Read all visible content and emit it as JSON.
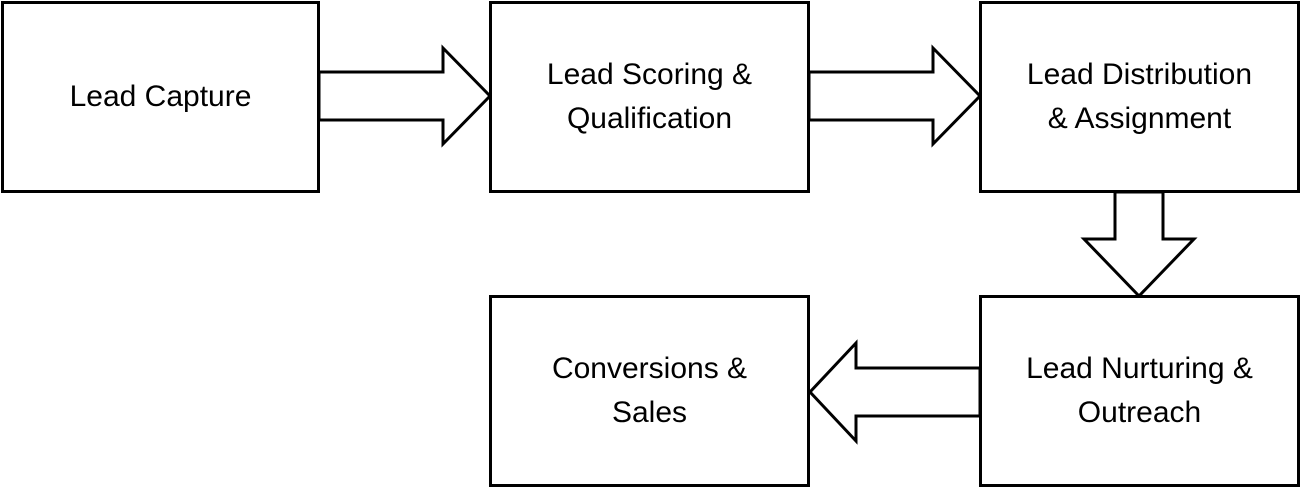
{
  "diagram": {
    "steps": [
      {
        "label": "Lead Capture"
      },
      {
        "label": "Lead Scoring &\nQualification"
      },
      {
        "label": "Lead Distribution\n& Assignment"
      },
      {
        "label": "Lead Nurturing &\nOutreach"
      },
      {
        "label": "Conversions &\nSales"
      }
    ],
    "colors": {
      "stroke": "#000000",
      "fill": "#ffffff",
      "text": "#000000"
    },
    "arrows": [
      {
        "from": "Lead Capture",
        "to": "Lead Scoring &\nQualification",
        "direction": "right"
      },
      {
        "from": "Lead Scoring &\nQualification",
        "to": "Lead Distribution\n& Assignment",
        "direction": "right"
      },
      {
        "from": "Lead Distribution\n& Assignment",
        "to": "Lead Nurturing &\nOutreach",
        "direction": "down"
      },
      {
        "from": "Lead Nurturing &\nOutreach",
        "to": "Conversions &\nSales",
        "direction": "left"
      }
    ]
  }
}
